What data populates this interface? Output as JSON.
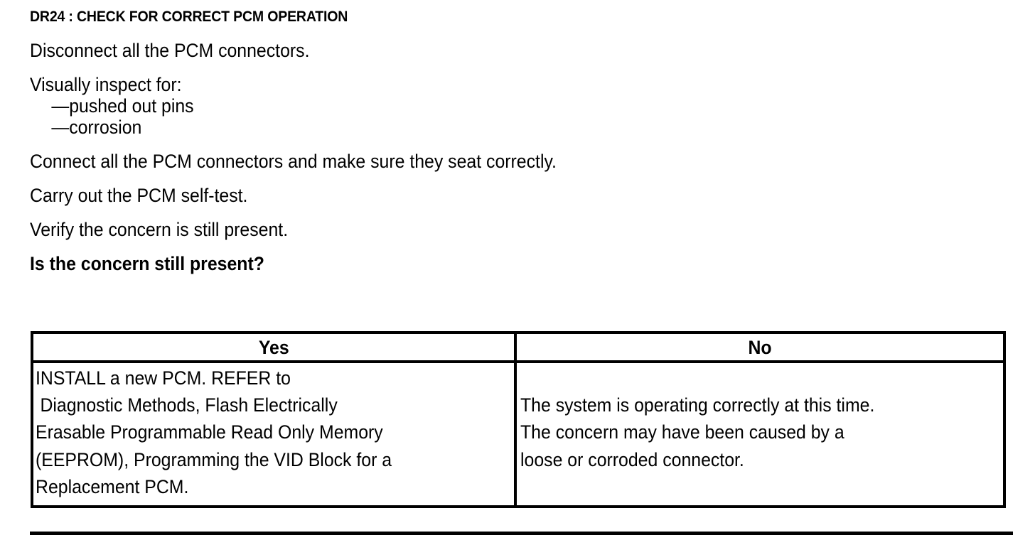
{
  "document": {
    "title": "DR24 : CHECK FOR CORRECT PCM OPERATION",
    "steps": [
      "Disconnect all the PCM connectors.",
      "Visually inspect for:",
      "—pushed out pins",
      "—corrosion",
      "Connect all the PCM connectors and make sure they seat correctly.",
      "Carry out the PCM self-test.",
      "Verify the concern is still present."
    ],
    "question": "Is the concern still present?"
  },
  "table": {
    "headers": {
      "yes": "Yes",
      "no": "No"
    },
    "yes_cell": {
      "lines": [
        "INSTALL a new PCM. REFER to",
        "Diagnostic Methods, Flash Electrically",
        "Erasable Programmable Read Only Memory",
        "(EEPROM), Programming the VID Block for a",
        "Replacement PCM."
      ]
    },
    "no_cell": {
      "lines": [
        "The system is operating correctly at this time.",
        "The concern may have been caused by a",
        "loose or corroded connector."
      ]
    }
  },
  "colors": {
    "ink": "#000000",
    "paper": "#ffffff"
  }
}
